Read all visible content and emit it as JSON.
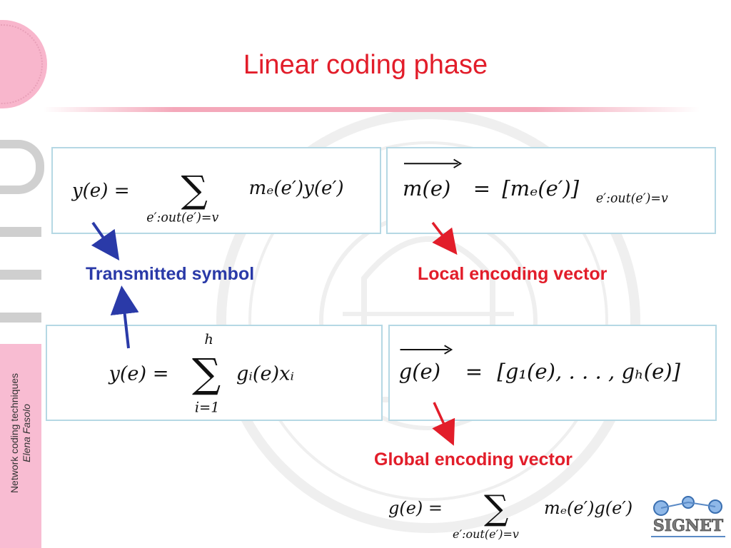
{
  "slide": {
    "title": "Linear coding phase",
    "sidebar_course": "Network coding techniques",
    "sidebar_author": "Elena Fasolo",
    "labels": {
      "transmitted": "Transmitted symbol",
      "local": "Local encoding vector",
      "global": "Global encoding vector"
    },
    "logo_text": "SIGNET"
  },
  "formulas": {
    "f1": {
      "lhs": "y(e) =",
      "sum": "∑",
      "subscript": "e′:out(e′)=v",
      "rhs": "mₑ(e′)y(e′)"
    },
    "f2": {
      "lhs": "m(e)",
      "eq": "=",
      "rhs": "[mₑ(e′)]",
      "subscript": "e′:out(e′)=v"
    },
    "f3": {
      "lhs": "y(e) =",
      "sum": "∑",
      "upper": "h",
      "lower": "i=1",
      "rhs": "gᵢ(e)xᵢ"
    },
    "f4": {
      "lhs": "g(e)",
      "eq": "=",
      "rhs": "[g₁(e), . . . , gₕ(e)]"
    },
    "f5": {
      "lhs": "g(e) =",
      "sum": "∑",
      "subscript": "e′:out(e′)=v",
      "rhs": "mₑ(e′)g(e′)"
    }
  },
  "colors": {
    "title": "#e21d2a",
    "blue_label": "#2a3aa8",
    "red_label": "#e21d2a",
    "box_border": "#b5d8e4",
    "sidebar": "#f8bcd2"
  }
}
